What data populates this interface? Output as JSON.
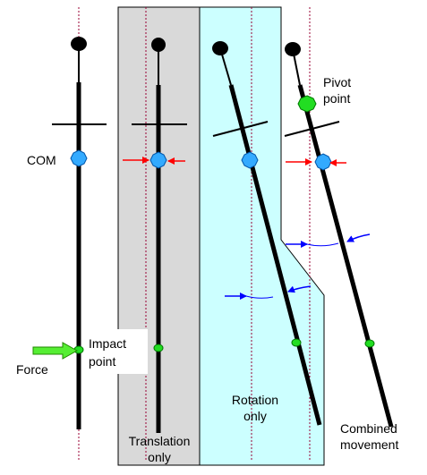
{
  "labels": {
    "com": "COM",
    "impact_point_line1": "Impact",
    "impact_point_line2": "point",
    "force": "Force",
    "translation_line1": "Translation",
    "translation_line2": "only",
    "rotation_line1": "Rotation",
    "rotation_line2": "only",
    "pivot_line1": "Pivot",
    "pivot_line2": "point",
    "combined_line1": "Combined",
    "combined_line2": "movement"
  },
  "colors": {
    "translation_panel": "#d9d9d9",
    "rotation_panel": "#ccffff",
    "com_marker": "#33aaff",
    "impact_marker": "#22dd22",
    "pivot_marker": "#22dd22",
    "force_arrow": "#55ee33",
    "translation_arrows": "#ff0000",
    "rotation_arrows": "#0000ff",
    "guide_lines": "#990033",
    "bat": "#000000"
  },
  "icons": {
    "com": "com-marker-icon",
    "impact": "impact-point-icon",
    "pivot": "pivot-point-icon",
    "force": "force-arrow-icon"
  }
}
